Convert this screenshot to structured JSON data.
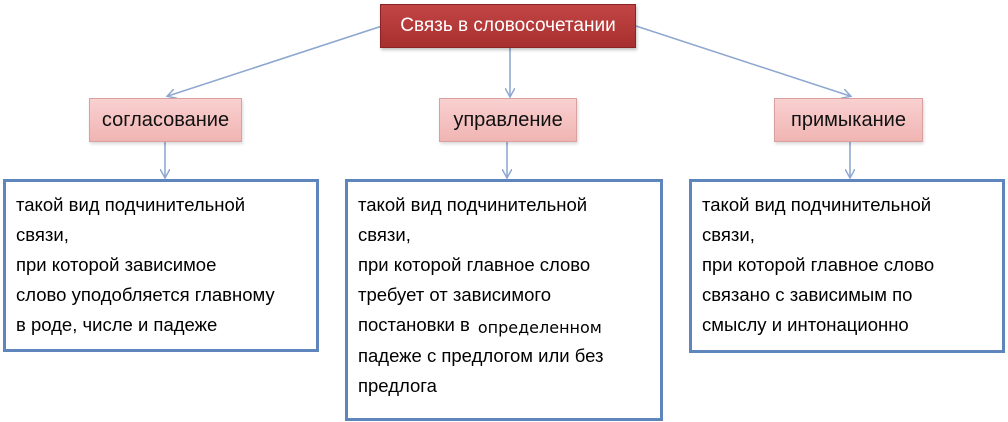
{
  "root": {
    "label": "Связь в словосочетании"
  },
  "categories": [
    {
      "label": "согласование",
      "lines": [
        "такой вид подчинительной",
        "связи,",
        "при которой  зависимое",
        "слово уподобляется главному",
        "в роде, числе и падеже"
      ]
    },
    {
      "label": "управление",
      "lines": [
        "такой вид подчинительной",
        "связи,",
        "при которой  главное слово",
        "требует от зависимого",
        "постановки в",
        "падеже с предлогом или без",
        "предлога"
      ],
      "inline_addition": "определенном"
    },
    {
      "label": "примыкание",
      "lines": [
        "такой вид подчинительной",
        "связи,",
        "при которой главное слово",
        "связано с зависимым по",
        "смыслу и интонационно"
      ]
    }
  ],
  "colors": {
    "root_fill": "#b83a3a",
    "category_fill": "#f4c4c2",
    "box_border": "#5f85bd",
    "arrow": "#8fa8d0"
  }
}
